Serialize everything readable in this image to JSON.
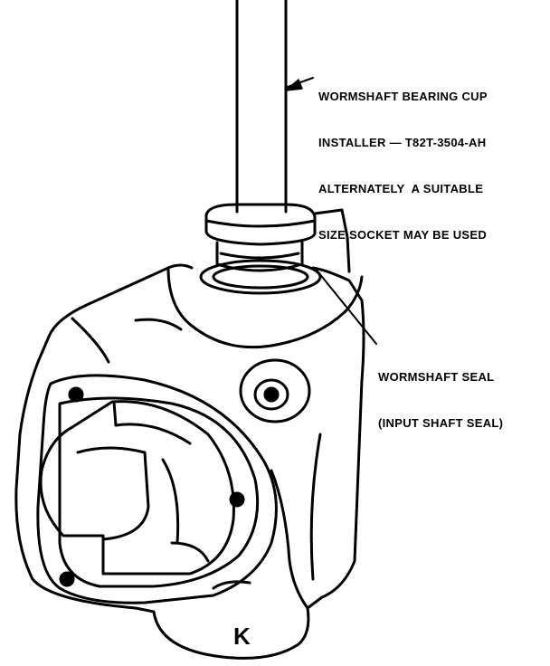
{
  "callouts": {
    "installer": {
      "line1": "WORMSHAFT BEARING CUP",
      "line2": "INSTALLER — T82T-3504-AH",
      "line3": "ALTERNATELY  A SUITABLE",
      "line4": "SIZE SOCKET MAY BE USED"
    },
    "seal": {
      "line1": "WORMSHAFT SEAL",
      "line2": "(INPUT SHAFT SEAL)"
    }
  },
  "figure_code": "K"
}
